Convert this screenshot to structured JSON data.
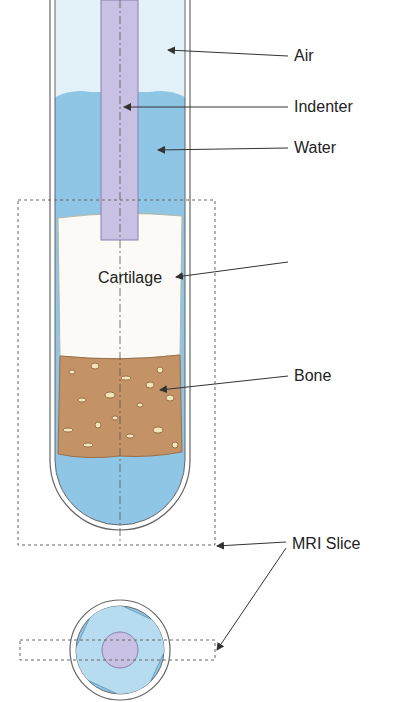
{
  "diagram": {
    "labels": [
      "Air",
      "Indenter",
      "Water",
      "Cartilage",
      "Bone",
      "MRI Slice"
    ]
  }
}
